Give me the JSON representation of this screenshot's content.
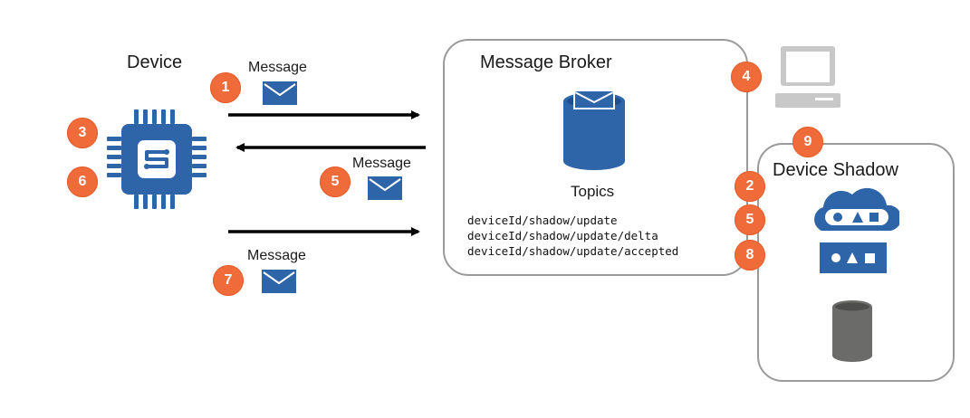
{
  "device": {
    "title": "Device"
  },
  "broker": {
    "title": "Message Broker",
    "topics_label": "Topics",
    "topics": [
      "deviceId/shadow/update",
      "deviceId/shadow/update/delta",
      "deviceId/shadow/update/accepted"
    ]
  },
  "shadow": {
    "title": "Device Shadow"
  },
  "messages": {
    "m1": "Message",
    "m5": "Message",
    "m7": "Message"
  },
  "badges": {
    "b1": "1",
    "b2": "2",
    "b3": "3",
    "b4": "4",
    "b5a": "5",
    "b5b": "5",
    "b6": "6",
    "b7": "7",
    "b8": "8",
    "b9": "9"
  },
  "colors": {
    "badge": "#ef6b3a",
    "chip": "#2e64a8",
    "envelope": "#2e64a8",
    "database_shadow": "#6b6b69",
    "box_border": "#9a9a9a"
  },
  "icons": {
    "device": "microcontroller-chip-icon",
    "message": "envelope-icon",
    "topics": "database-with-envelope-icon",
    "client": "laptop-icon",
    "shadow_cloud": "cloud-with-shapes-icon",
    "shadow_doc": "shapes-bar-icon",
    "shadow_store": "database-icon"
  }
}
